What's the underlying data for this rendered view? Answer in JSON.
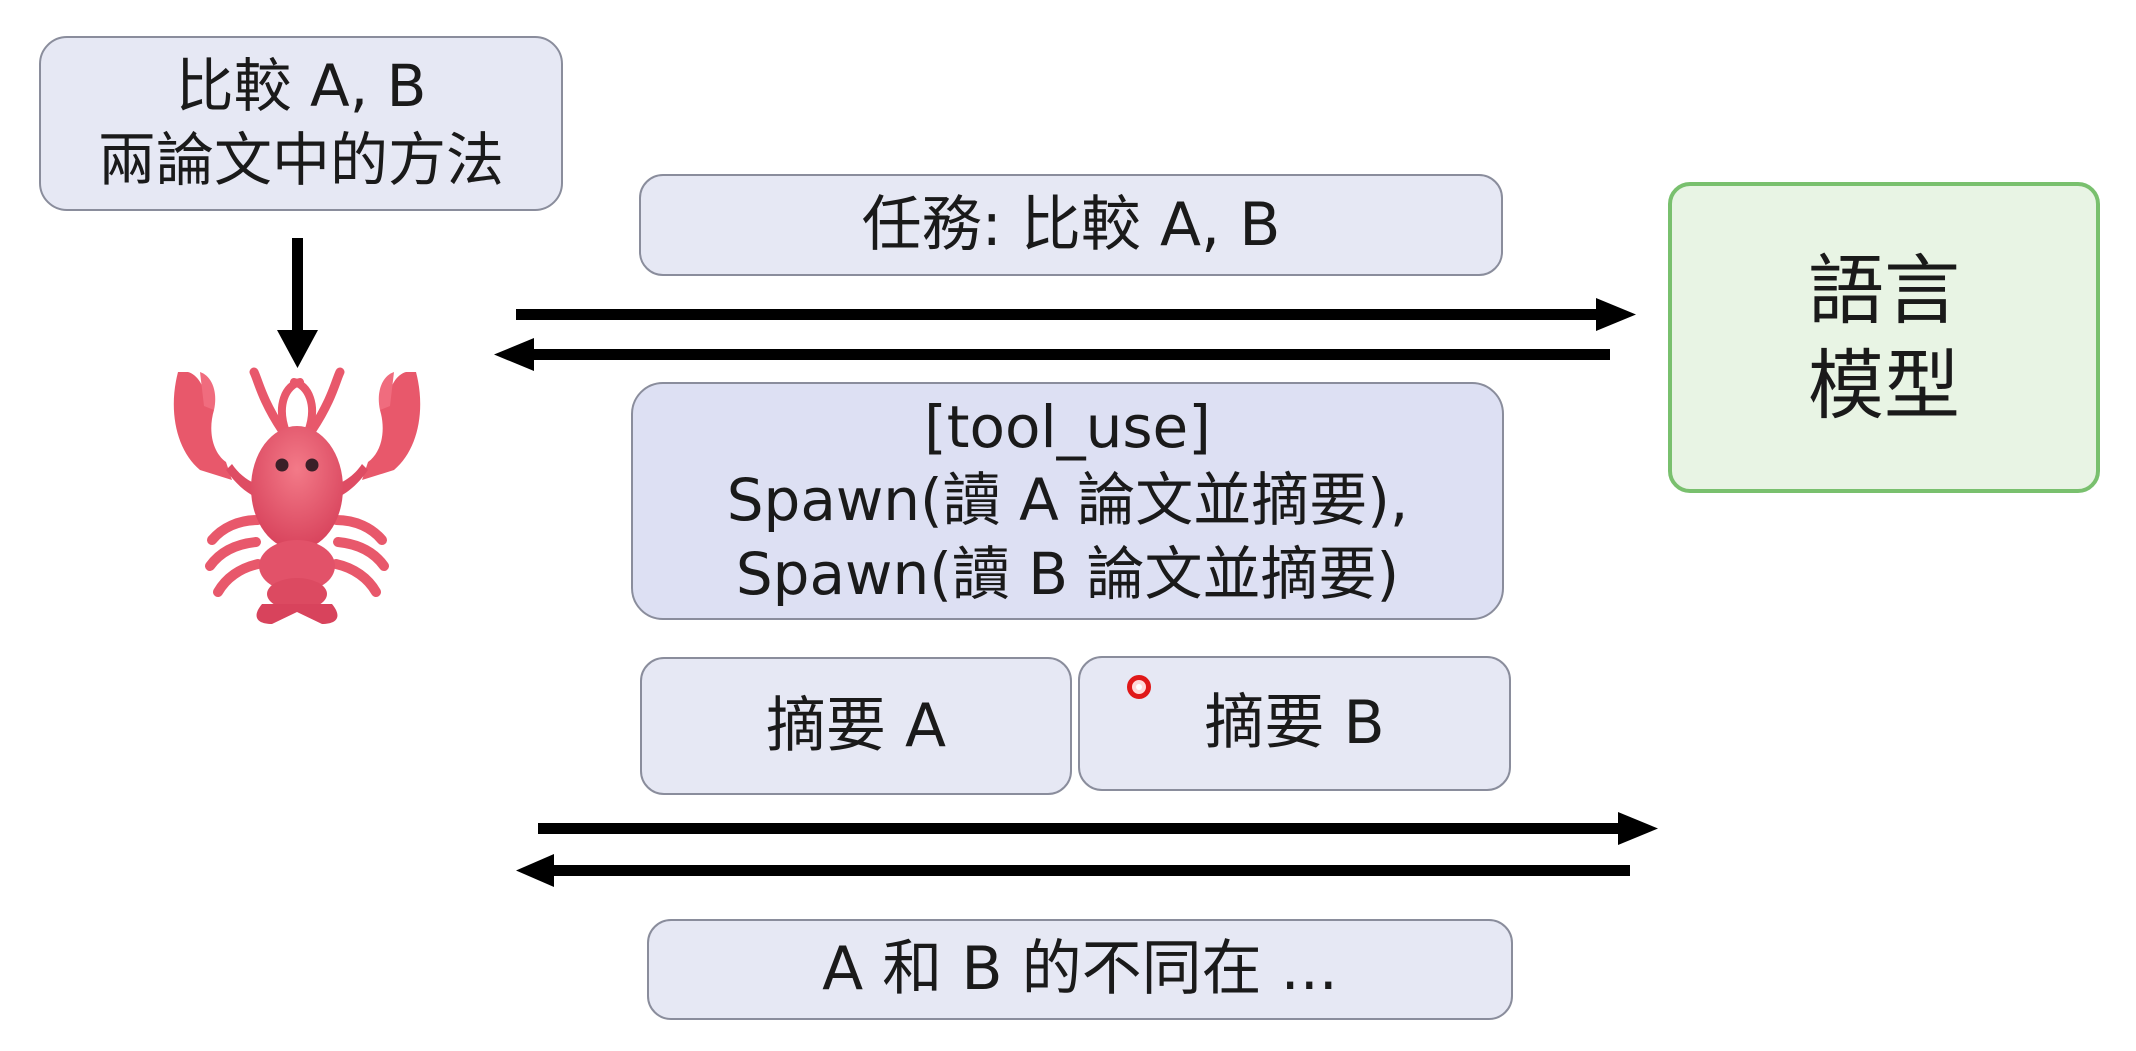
{
  "user_request": {
    "lines": [
      "比較 A, B",
      "兩論文中的方法"
    ]
  },
  "task_message": "任務: 比較 A, B",
  "tool_use_message": {
    "lines": [
      "[tool_use]",
      "Spawn(讀 A 論文並摘要),",
      "Spawn(讀 B 論文並摘要)"
    ]
  },
  "summaries": {
    "a": "摘要 A",
    "b": "摘要 B"
  },
  "final_answer": "A 和 B 的不同在 ...",
  "language_model": {
    "lines": [
      "語言",
      "模型"
    ]
  },
  "colors": {
    "message_box_fill": "#e6e8f4",
    "message_box_border": "#8a8d9c",
    "model_box_fill": "#e8f4e4",
    "model_box_border": "#79c06e",
    "arrow": "#000000",
    "lobster": "#e8586b",
    "cursor": "#e01818"
  },
  "icons": {
    "agent": "lobster-icon",
    "pointer": "laser-pointer-dot"
  }
}
